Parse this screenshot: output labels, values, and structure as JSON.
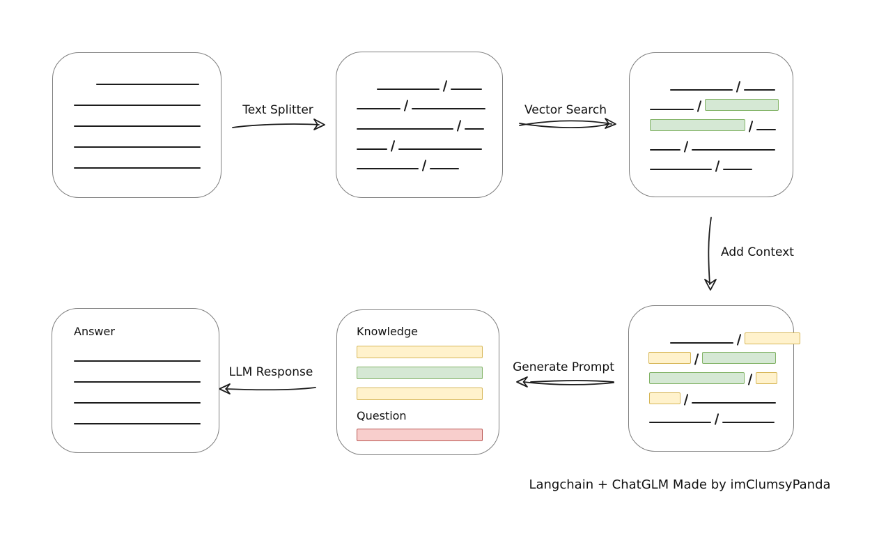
{
  "diagram": {
    "caption": "Langchain + ChatGLM Made by imClumsyPanda",
    "colors": {
      "green_fill": "#d5e8d4",
      "green_stroke": "#82b366",
      "yellow_fill": "#fff2cc",
      "yellow_stroke": "#d6b656",
      "red_fill": "#f8cecc",
      "red_stroke": "#b85450",
      "box_border": "#7d7d7d",
      "ink": "#1c1c1c"
    },
    "arrows": {
      "text_splitter": {
        "label": "Text Splitter",
        "direction": "right"
      },
      "vector_search": {
        "label": "Vector Search",
        "direction": "right"
      },
      "add_context": {
        "label": "Add Context",
        "direction": "down"
      },
      "generate_prompt": {
        "label": "Generate Prompt",
        "direction": "left"
      },
      "llm_response": {
        "label": "LLM Response",
        "direction": "left"
      }
    },
    "boxes": {
      "document": {
        "rows": [
          {
            "indent": 62,
            "cells": [
              [
                "line",
                148
              ]
            ]
          },
          {
            "indent": 30,
            "cells": [
              [
                "line",
                182
              ]
            ]
          },
          {
            "indent": 30,
            "cells": [
              [
                "line",
                182
              ]
            ]
          },
          {
            "indent": 30,
            "cells": [
              [
                "line",
                182
              ]
            ]
          },
          {
            "indent": 30,
            "cells": [
              [
                "line",
                182
              ]
            ]
          }
        ]
      },
      "chunks": {
        "rows": [
          {
            "indent": 58,
            "cells": [
              [
                "line",
                90
              ],
              [
                "slash",
                0
              ],
              [
                "line",
                45
              ]
            ]
          },
          {
            "indent": 29,
            "cells": [
              [
                "line",
                63
              ],
              [
                "slash",
                0
              ],
              [
                "line",
                106
              ]
            ]
          },
          {
            "indent": 29,
            "cells": [
              [
                "line",
                139
              ],
              [
                "slash",
                0
              ],
              [
                "line",
                28
              ]
            ]
          },
          {
            "indent": 29,
            "cells": [
              [
                "line",
                44
              ],
              [
                "slash",
                0
              ],
              [
                "line",
                120
              ]
            ]
          },
          {
            "indent": 29,
            "cells": [
              [
                "line",
                89
              ],
              [
                "slash",
                0
              ],
              [
                "line",
                42
              ]
            ]
          }
        ]
      },
      "matched": {
        "rows": [
          {
            "indent": 58,
            "cells": [
              [
                "line",
                90
              ],
              [
                "slash",
                0
              ],
              [
                "line",
                45
              ]
            ]
          },
          {
            "indent": 29,
            "cells": [
              [
                "line",
                63
              ],
              [
                "slash",
                0
              ],
              [
                "green",
                106
              ]
            ]
          },
          {
            "indent": 29,
            "cells": [
              [
                "green",
                137
              ],
              [
                "slash",
                0
              ],
              [
                "line",
                28
              ]
            ]
          },
          {
            "indent": 29,
            "cells": [
              [
                "line",
                44
              ],
              [
                "slash",
                0
              ],
              [
                "line",
                120
              ]
            ]
          },
          {
            "indent": 29,
            "cells": [
              [
                "line",
                89
              ],
              [
                "slash",
                0
              ],
              [
                "line",
                42
              ]
            ]
          }
        ]
      },
      "context": {
        "rows": [
          {
            "indent": 59,
            "cells": [
              [
                "line",
                91
              ],
              [
                "slash",
                0
              ],
              [
                "yellow",
                80
              ]
            ]
          },
          {
            "indent": 28,
            "cells": [
              [
                "yellow",
                61
              ],
              [
                "slash",
                0
              ],
              [
                "green",
                106
              ]
            ]
          },
          {
            "indent": 29,
            "cells": [
              [
                "green",
                137
              ],
              [
                "slash",
                0
              ],
              [
                "yellow",
                31
              ]
            ]
          },
          {
            "indent": 29,
            "cells": [
              [
                "yellow",
                45
              ],
              [
                "slash",
                0
              ],
              [
                "line",
                121
              ]
            ]
          },
          {
            "indent": 29,
            "cells": [
              [
                "line",
                89
              ],
              [
                "slash",
                0
              ],
              [
                "line",
                75
              ]
            ]
          }
        ]
      },
      "prompt": {
        "knowledge_label": "Knowledge",
        "question_label": "Question",
        "knowledge_bars": [
          "yellow",
          "green",
          "yellow"
        ],
        "question_bars": [
          "red"
        ]
      },
      "answer": {
        "label": "Answer",
        "rows": [
          {
            "indent": 31,
            "cells": [
              [
                "line",
                182
              ]
            ]
          },
          {
            "indent": 31,
            "cells": [
              [
                "line",
                182
              ]
            ]
          },
          {
            "indent": 31,
            "cells": [
              [
                "line",
                182
              ]
            ]
          },
          {
            "indent": 31,
            "cells": [
              [
                "line",
                182
              ]
            ]
          }
        ]
      }
    }
  }
}
